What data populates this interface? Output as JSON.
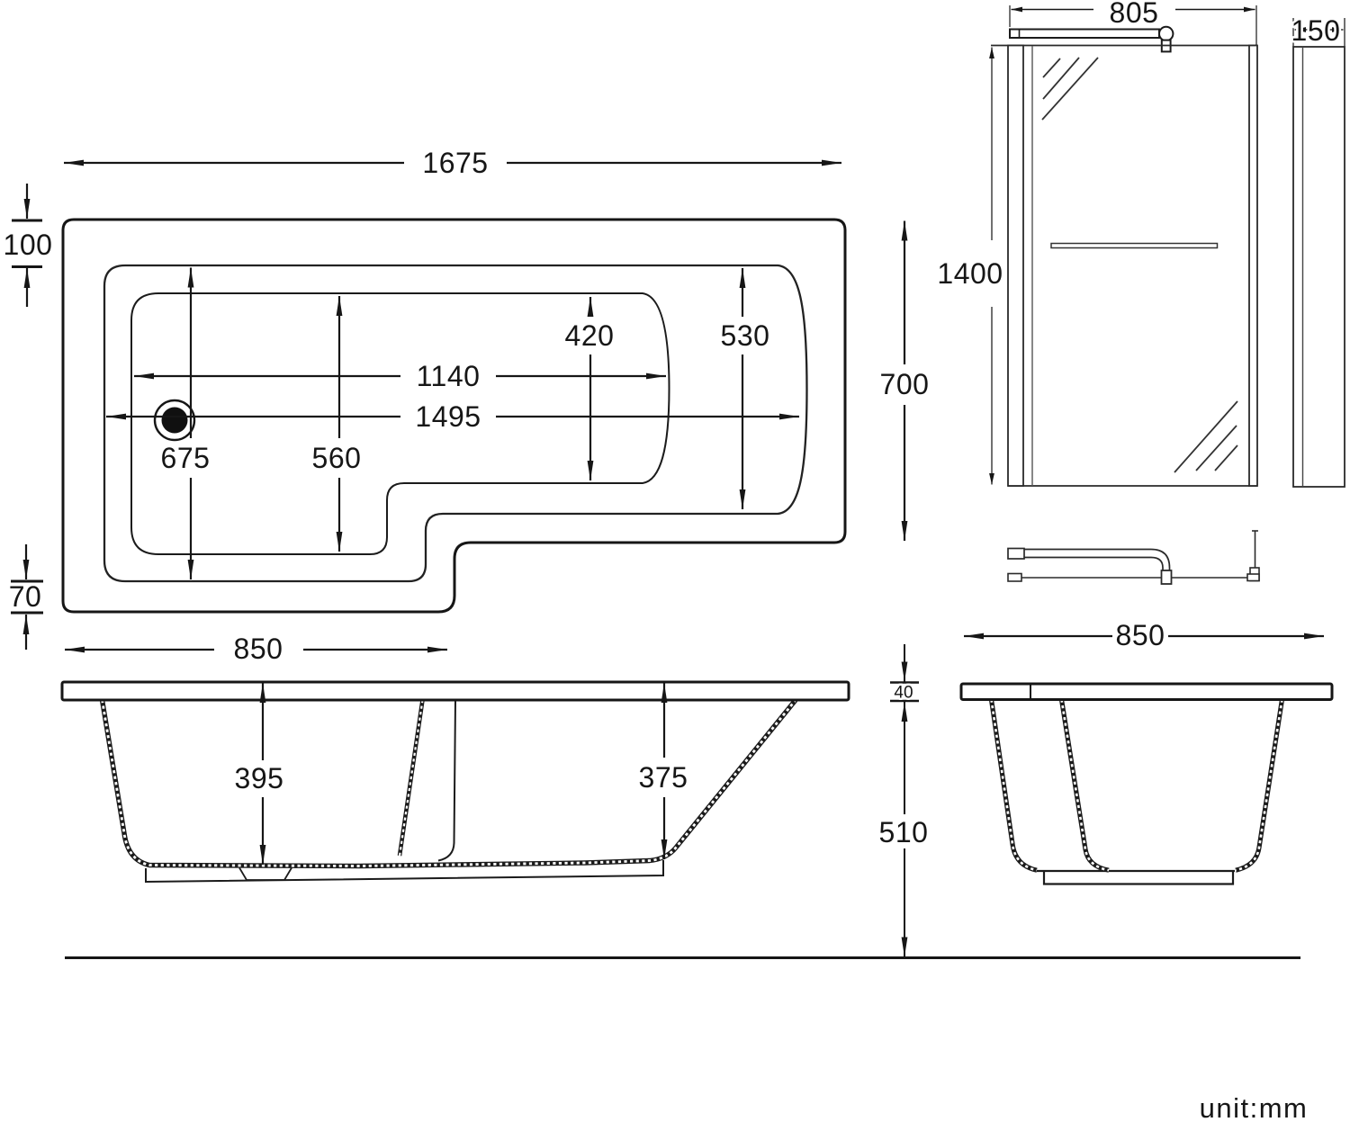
{
  "unit_note": "unit:mm",
  "plan_view": {
    "overall_length": "1675",
    "rim_offset_top": "100",
    "rim_offset_bottom": "70",
    "shower_end_width": "850",
    "bath_end_width": "700",
    "drain_center_from_end": "675",
    "interior_width_shower_end": "560",
    "floor_length": "1140",
    "rim_length": "1495",
    "floor_width_tap_end": "420",
    "rim_width_tap_end": "530"
  },
  "screen_front_view": {
    "width": "805",
    "height": "1400",
    "return_panel_width": "150"
  },
  "side_view": {
    "depth_shower_end": "395",
    "depth_tap_end": "375"
  },
  "end_view": {
    "width": "850",
    "rim_thickness": "40",
    "height_below_rim": "510"
  }
}
